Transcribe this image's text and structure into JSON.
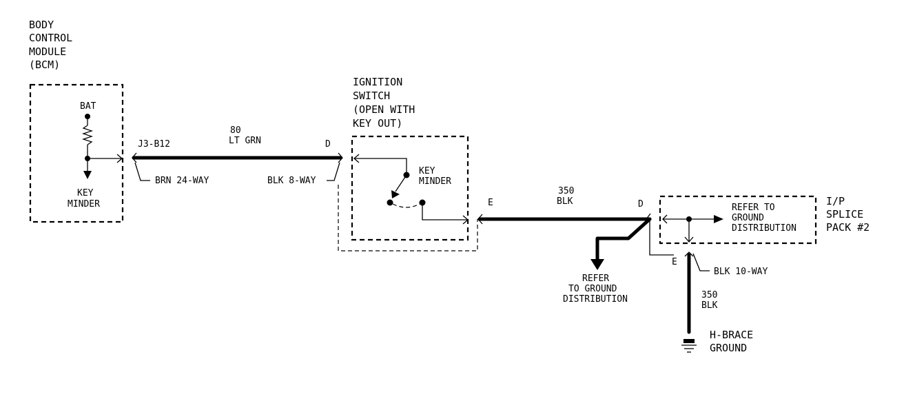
{
  "bcm": {
    "title": [
      "BODY",
      "CONTROL",
      "MODULE",
      "(BCM)"
    ],
    "bat": "BAT",
    "key_minder": [
      "KEY",
      "MINDER"
    ],
    "connector_pin": "J3-B12",
    "connector": "BRN 24-WAY"
  },
  "wire_80": {
    "circuit": "80",
    "color": "LT GRN"
  },
  "ignition_switch": {
    "title": [
      "IGNITION",
      "SWITCH",
      "(OPEN WITH",
      "KEY OUT)"
    ],
    "pin_in": "D",
    "connector": "BLK 8-WAY",
    "key_minder": [
      "KEY",
      "MINDER"
    ],
    "pin_out": "E"
  },
  "wire_350_main": {
    "circuit": "350",
    "color": "BLK"
  },
  "splice_pack": {
    "pin_in": "D",
    "title": [
      "I/P",
      "SPLICE",
      "PACK #2"
    ],
    "refer": [
      "REFER TO",
      "GROUND",
      "DISTRIBUTION"
    ],
    "pin_out": "E",
    "connector": "BLK 10-WAY"
  },
  "ground_ref": {
    "text": [
      "REFER",
      "TO GROUND",
      "DISTRIBUTION"
    ]
  },
  "wire_350_ground": {
    "circuit": "350",
    "color": "BLK"
  },
  "ground": {
    "text": [
      "H-BRACE",
      "GROUND"
    ]
  }
}
